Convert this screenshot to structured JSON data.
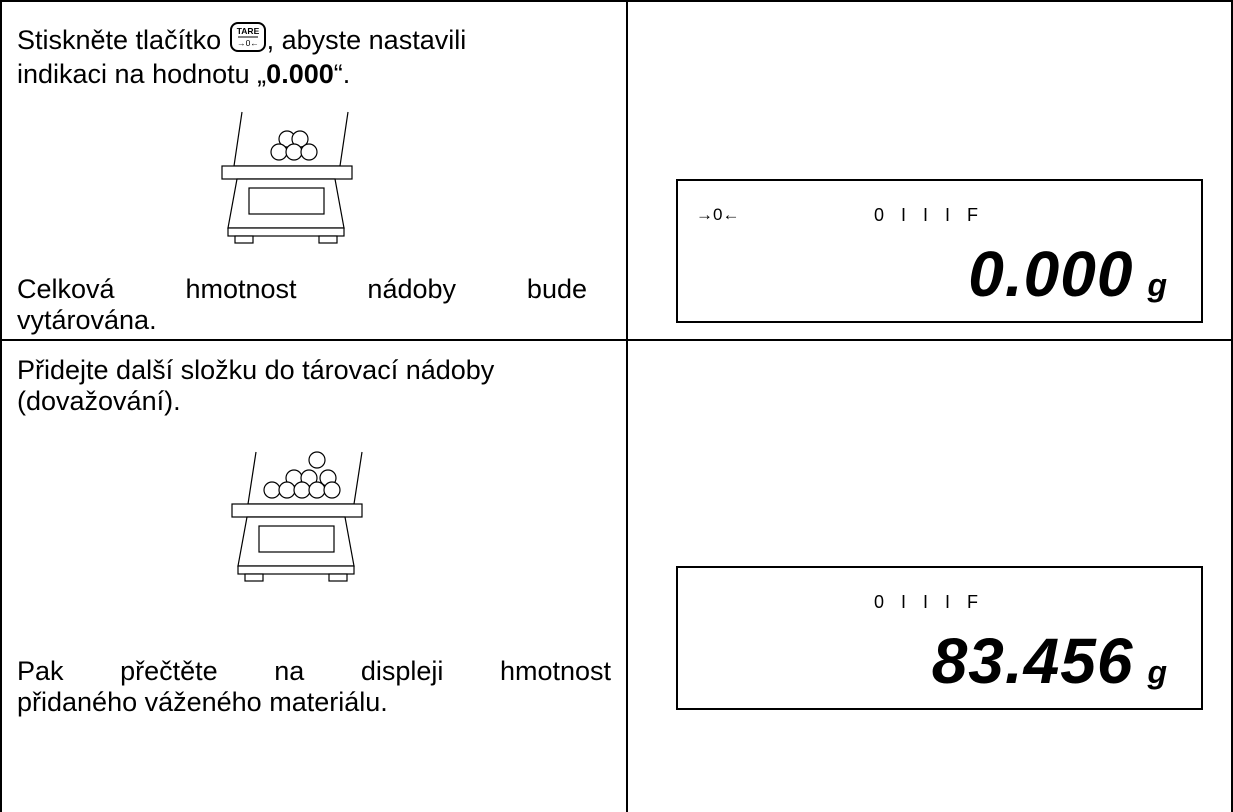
{
  "row1": {
    "instruction_before": "Stiskněte tlačítko ",
    "instruction_after": ", abyste nastavili",
    "instruction_line2_pre": "indikaci na hodnotu „",
    "instruction_bold": "0.000",
    "instruction_line2_post": "“.",
    "key": {
      "top_label": "TARE",
      "bottom_label": "→0←",
      "icon": "tare-key-icon"
    },
    "note_words": [
      "Celková",
      "hmotnost",
      "nádoby",
      "bude"
    ],
    "note_line2": "vytárována.",
    "display": {
      "zero_indicator": "→0←",
      "bars": "0 I I I F",
      "value": "0.000",
      "unit": "g"
    }
  },
  "row2": {
    "instruction_line1": "Přidejte další složku do tárovací nádoby",
    "instruction_line2": "(dovažování).",
    "note_words": [
      "Pak",
      "přečtěte",
      "na",
      "displeji",
      "hmotnost"
    ],
    "note_line2": "přidaného váženého materiálu.",
    "display": {
      "bars": "0 I I I F",
      "value": "83.456",
      "unit": "g"
    }
  }
}
